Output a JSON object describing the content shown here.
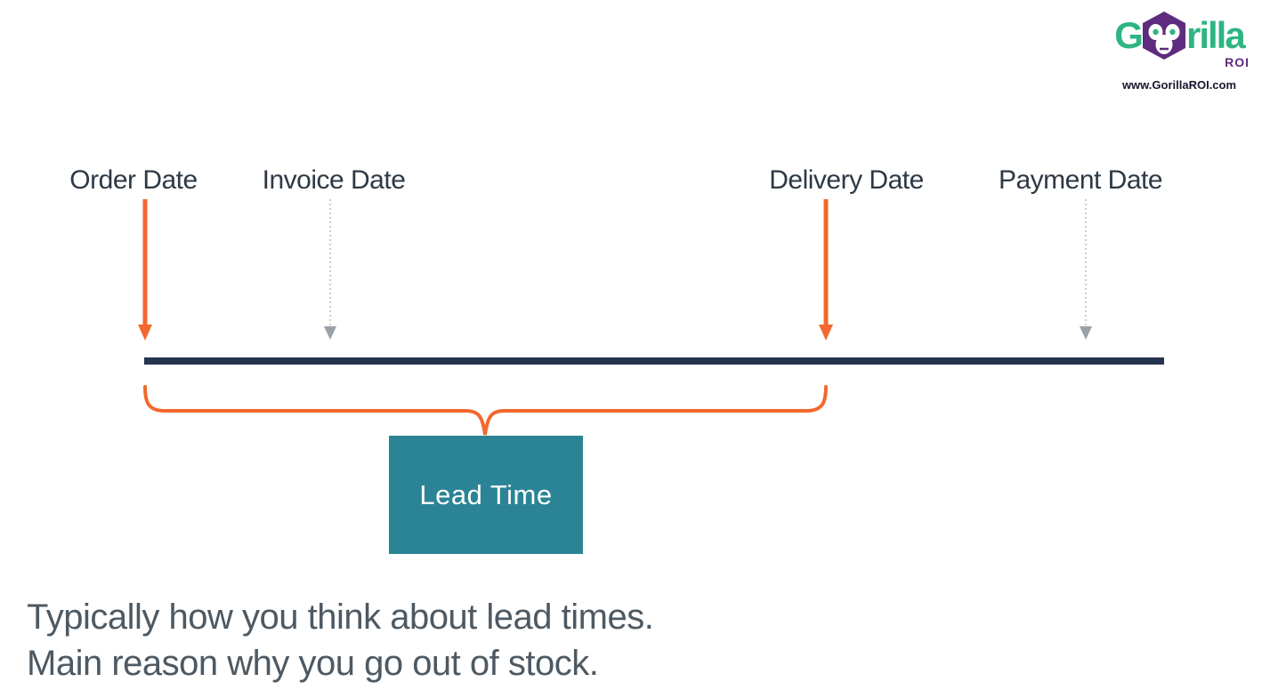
{
  "logo": {
    "brand_prefix": "G",
    "brand_suffix": "rilla",
    "brand_sub": "ROI",
    "website": "www.GorillaROI.com"
  },
  "diagram": {
    "milestones": [
      {
        "label": "Order Date",
        "arrow": "solid-orange"
      },
      {
        "label": "Invoice Date",
        "arrow": "dotted-gray"
      },
      {
        "label": "Delivery Date",
        "arrow": "solid-orange"
      },
      {
        "label": "Payment Date",
        "arrow": "dotted-gray"
      }
    ],
    "lead_time_label": "Lead Time",
    "brace_span": "Order Date to Delivery Date"
  },
  "caption": {
    "line1": "Typically how you think about lead times.",
    "line2": "Main reason why you go out of stock."
  },
  "colors": {
    "orange": "#f2682e",
    "navy": "#263450",
    "teal": "#2b8495",
    "gray_line": "#cccccc",
    "gray_arrowhead": "#9aa1a9",
    "label_text": "#2e3945",
    "caption_text": "#4d5963",
    "logo_green": "#2eb584",
    "logo_purple": "#5e2b7e",
    "website_text": "#16162e"
  }
}
